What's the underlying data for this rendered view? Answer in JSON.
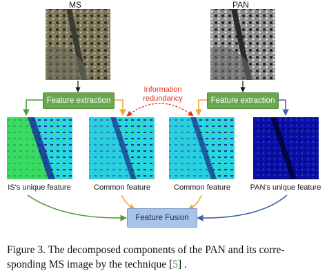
{
  "labels": {
    "ms_title": "MS",
    "pan_title": "PAN",
    "fe_left": "Feature extraction",
    "fe_right": "Feature extraction",
    "redundancy_line1": "Information",
    "redundancy_line2": "redundancy",
    "ms_unique": "IS's unique feature",
    "common_left": "Common feature",
    "common_right": "Common feature",
    "pan_unique": "PAN's unique feature",
    "fusion": "Feature Fusion"
  },
  "caption": {
    "line1": "Figure 3.  The decomposed components of the PAN and its corre-",
    "line2_prefix": "sponding MS image by the technique [",
    "citation": "5",
    "line2_suffix": "] ."
  },
  "colors": {
    "feature_box": "#6aa84f",
    "fusion_box": "#a9c4eb",
    "arrow_green": "#4f9a3a",
    "arrow_orange": "#f0a830",
    "arrow_blue": "#3f62b0",
    "redundancy": "#e0301e"
  }
}
